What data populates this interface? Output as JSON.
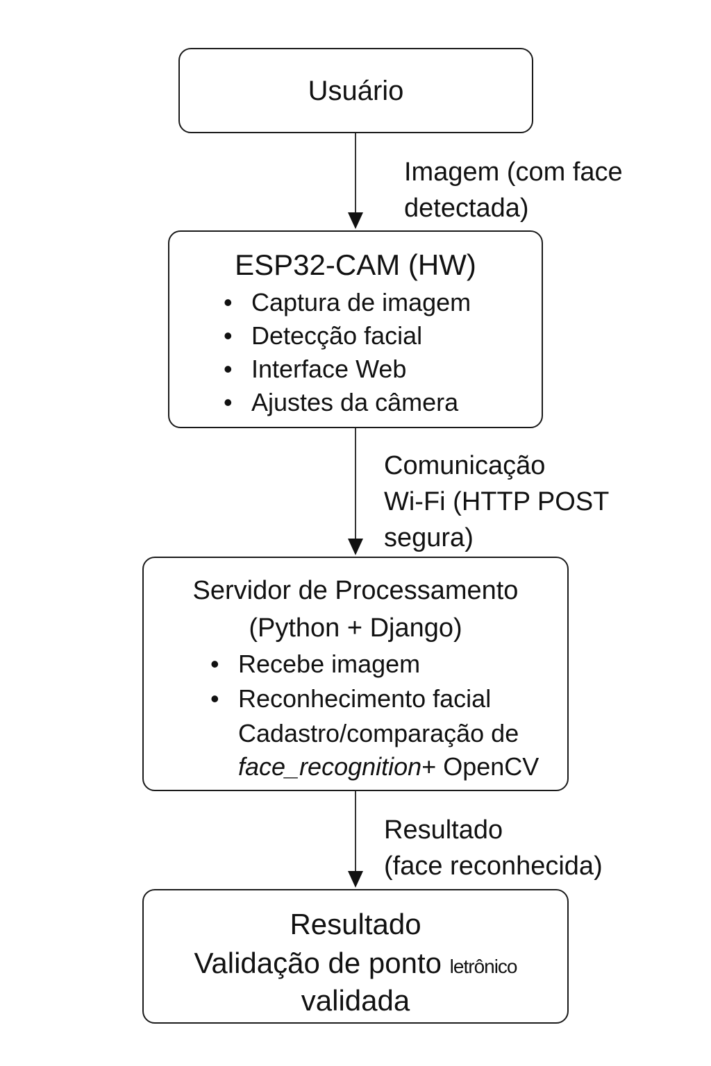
{
  "nodes": {
    "user": {
      "title": "Usuário"
    },
    "esp": {
      "title": "ESP32-CAM (HW)",
      "items": [
        "Captura de imagem",
        "Detecção facial",
        "Interface Web",
        "Ajustes da câmera"
      ]
    },
    "server": {
      "title_line1": "Servidor de Processamento",
      "title_line2": "(Python + Django)",
      "items": [
        "Recebe imagem",
        "Reconhecimento facial"
      ],
      "extra_line1": "Cadastro/comparação de",
      "extra_line2_italic": "face_recognition",
      "extra_line2_rest": "+ OpenCV"
    },
    "result": {
      "line1": "Resultado",
      "line2_main": "Validação de ponto ",
      "line2_small": "letrônico",
      "line3": "validada"
    }
  },
  "edges": {
    "user_to_esp": {
      "line1": "Imagem (com face",
      "line2": "detectada)"
    },
    "esp_to_server": {
      "line1": "Comunicação",
      "line2": "Wi-Fi (HTTP POST",
      "line3": "segura)"
    },
    "server_to_result": {
      "line1": "Resultado",
      "line2": "(face reconhecida)"
    }
  }
}
